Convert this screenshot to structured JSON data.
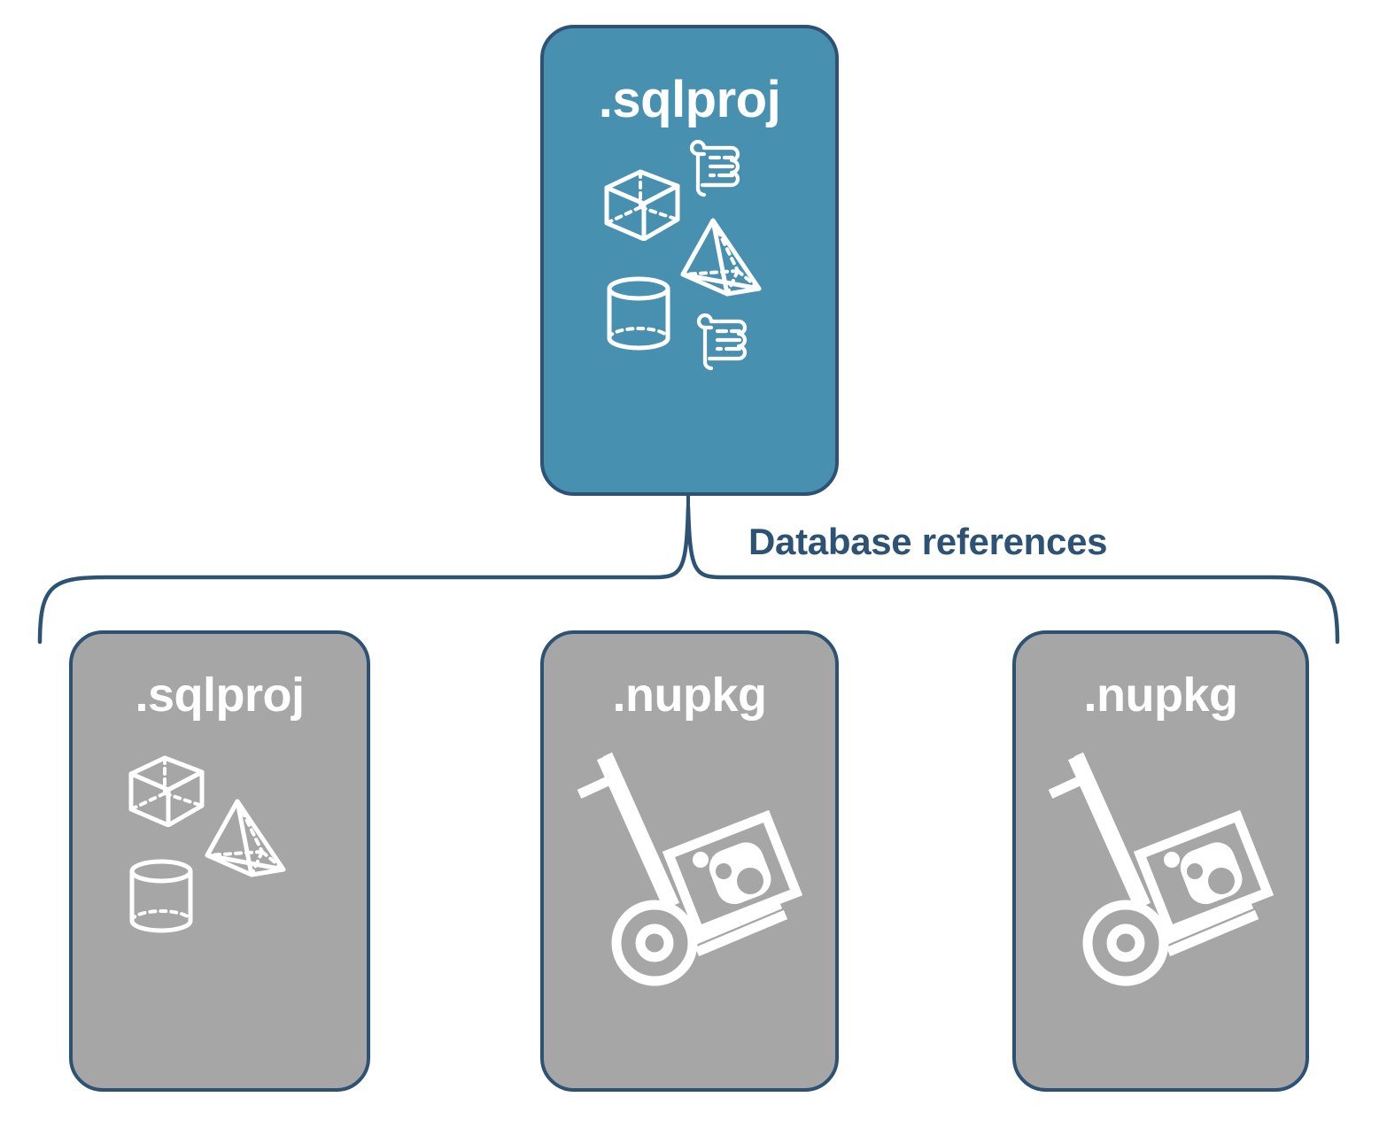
{
  "diagram": {
    "title": "Database references",
    "colors": {
      "primary_card": "#4890b0",
      "secondary_card": "#a6a6a6",
      "outline": "#2d5274",
      "label_text": "#2d5274",
      "icon": "#ffffff",
      "background": "#ffffff"
    },
    "connector": {
      "label": "Database references",
      "style": "curly-brace",
      "direction": "top-to-bottom"
    },
    "parent": {
      "label": ".sqlproj",
      "fill": "#4890b0",
      "icons": [
        "cube-icon",
        "script-scroll-icon",
        "pyramid-icon",
        "cylinder-icon",
        "script-scroll-icon"
      ]
    },
    "children": [
      {
        "label": ".sqlproj",
        "fill": "#a6a6a6",
        "icons": [
          "cube-icon",
          "pyramid-icon",
          "cylinder-icon"
        ]
      },
      {
        "label": ".nupkg",
        "fill": "#a6a6a6",
        "icons": [
          "nuget-hand-truck-icon"
        ]
      },
      {
        "label": ".nupkg",
        "fill": "#a6a6a6",
        "icons": [
          "nuget-hand-truck-icon"
        ]
      }
    ]
  }
}
